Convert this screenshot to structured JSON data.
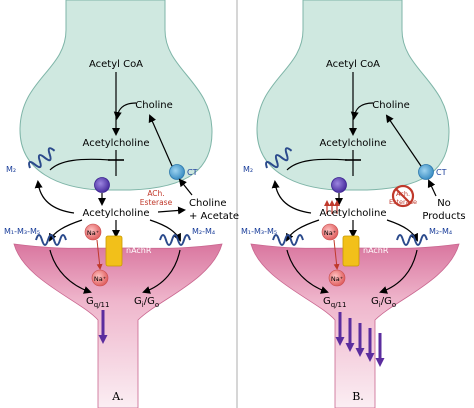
{
  "panel_a": {
    "acetyl_coa": "Acetyl CoA",
    "choline": "Choline",
    "acetylcholine_top": "Acetylcholine",
    "acetylcholine_mid": "Acetylcholine",
    "ach_esterase_1": "ACh.",
    "ach_esterase_2": "Esterase",
    "choline_acetate_1": "Choline",
    "choline_acetate_2": "+ Acetate",
    "m2": "M₂",
    "ct": "CT",
    "m1m3m5": "M₁-M₃-M₅",
    "m2m4": "M₂-M₄",
    "na_top": "Na⁺",
    "na_bottom": "Na⁺",
    "nachr": "nAchR",
    "gq": "G",
    "gq_sub": "q/11",
    "gi": "G",
    "gi_sub": "i",
    "go": "/G",
    "go_sub": "o",
    "label": "A."
  },
  "panel_b": {
    "acetyl_coa": "Acetyl CoA",
    "choline": "Choline",
    "acetylcholine_top": "Acetylcholine",
    "acetylcholine_mid": "Acetylcholine",
    "esterase_1": "Ach.",
    "esterase_2": "Esterase",
    "no_products_1": "No",
    "no_products_2": "Products",
    "m2": "M₂",
    "ct": "CT",
    "m1m3m5": "M₁-M₃-M₅",
    "m2m4": "M₂-M₄",
    "na_top": "Na⁺",
    "na_bottom": "Na⁺",
    "nachr": "nAchR",
    "gq": "G",
    "gq_sub": "q/11",
    "gi": "G",
    "gi_sub": "i",
    "go": "/G",
    "go_sub": "o",
    "label": "B."
  },
  "colors": {
    "presynaptic": "#cfe8e0",
    "presynaptic_stroke": "#7fb5a8",
    "postsynaptic_top": "#d9769f",
    "postsynaptic_bottom": "#f7dde8",
    "receptor": "#2b4a8c",
    "vesicle": "#6b4fbf",
    "nachr": "#f2c01a",
    "na_ion": "#f08080",
    "ct": "#4aa3d8",
    "arrow_purple": "#5b2d9e",
    "red": "#c0392b"
  }
}
